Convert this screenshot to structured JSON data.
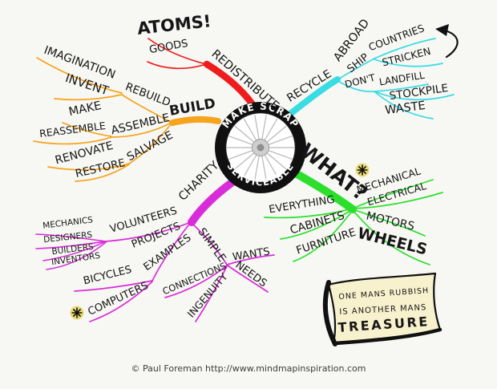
{
  "page": {
    "background": "#f7f7f4",
    "ink": "#161616",
    "footer": "© Paul Foreman http://www.mindmapinspiration.com"
  },
  "center": {
    "top": "MAKE SCRAP",
    "bottom": "SERVICEABLE"
  },
  "branches": {
    "redistribute": {
      "color": "#ee1c1c",
      "label": "REDISTRIBUTE",
      "children": {
        "goods": "GOODS",
        "atoms": "ATOMS!"
      }
    },
    "recycle_abroad": {
      "color": "#38dce3",
      "label_recycle": "RECYCLE",
      "label_abroad": "ABROAD",
      "children": {
        "ship": "SHIP",
        "countries": "COUNTRIES",
        "stricken": "STRICKEN",
        "dont": "DON'T",
        "landfill": "LANDFILL",
        "stockpile": "STOCKPILE",
        "waste": "WASTE"
      }
    },
    "build": {
      "color": "#f6a41e",
      "label": "BUILD",
      "children": {
        "rebuild": "REBUILD",
        "invent": "INVENT",
        "imagination": "IMAGINATION",
        "assemble": "ASSEMBLE",
        "make": "MAKE",
        "reassemble": "REASSEMBLE",
        "salvage": "SALVAGE",
        "renovate": "RENOVATE",
        "restore": "RESTORE"
      }
    },
    "what": {
      "color": "#2cdf2c",
      "label": "WHAT?",
      "children": {
        "mechanical": "MECHANICAL",
        "electrical": "ELECTRICAL",
        "motors": "MOTORS",
        "wheels": "WHEELS",
        "everything": "EVERYTHING",
        "cabinets": "CABINETS",
        "furniture": "FURNITURE"
      }
    },
    "charity": {
      "color": "#d92cd9",
      "label": "CHARITY",
      "children": {
        "volunteers": "VOLUNTEERS",
        "mechanics": "MECHANICS",
        "designers": "DESIGNERS",
        "builders": "BUILDERS",
        "inventors": "INVENTORS",
        "projects": "PROJECTS",
        "examples": "EXAMPLES",
        "bicycles": "BICYCLES",
        "computers": "COMPUTERS",
        "simple": "SIMPLE",
        "wants": "WANTS",
        "needs": "NEEDS",
        "connections": "CONNECTIONS",
        "ingenuity": "INGENUITY"
      }
    }
  },
  "note": {
    "bg": "#f8f1cd",
    "line1": "ONE MANS RUBBISH",
    "line2": "IS ANOTHER MANS",
    "line3": "TREASURE"
  },
  "accents": {
    "asterisk_bg": "#e9da74"
  }
}
